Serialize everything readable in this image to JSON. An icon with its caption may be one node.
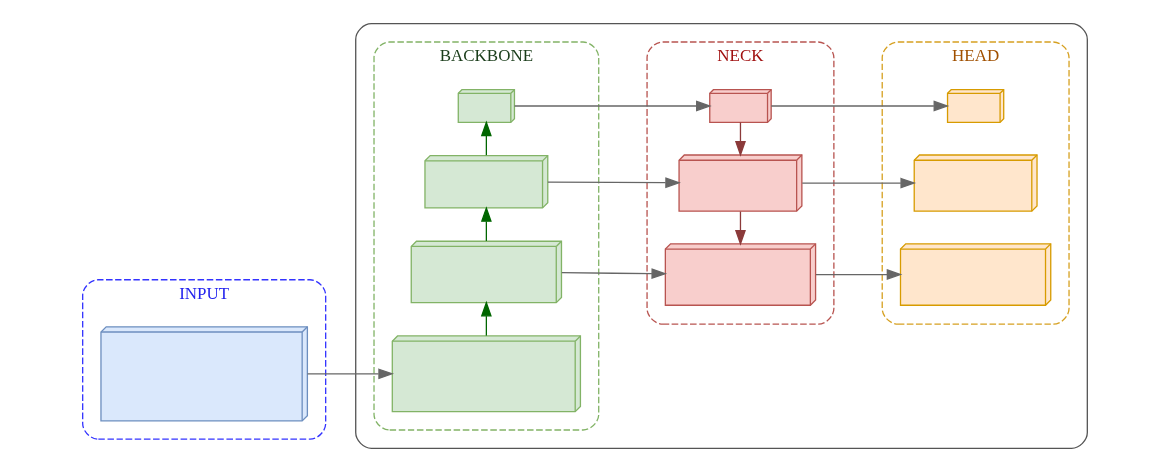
{
  "diagram": {
    "nodes": [
      {
        "text": [],
        "shape": "box"
      },
      {
        "text": [
          "INPUT"
        ]
      },
      {
        "text": [
          "BACKBONE"
        ],
        "in": 0
      },
      {
        "text": [
          "NECK"
        ],
        "in": 0
      },
      {
        "text": [
          "HEAD"
        ],
        "in": 0
      },
      {
        "text": [],
        "shape": "box",
        "in": 1
      },
      {
        "text": [],
        "shape": "box",
        "in": 2
      },
      {
        "text": [],
        "shape": "box",
        "in": 2
      },
      {
        "text": [],
        "shape": "box",
        "in": 2
      },
      {
        "text": [],
        "shape": "box",
        "in": 2
      },
      {
        "text": [],
        "shape": "box",
        "in": 3
      },
      {
        "text": [],
        "shape": "box",
        "in": 3
      },
      {
        "text": [],
        "shape": "box",
        "in": 3
      },
      {
        "text": [],
        "shape": "box",
        "in": 4
      },
      {
        "text": [],
        "shape": "box",
        "in": 4
      },
      {
        "text": [],
        "shape": "box",
        "in": 4
      }
    ],
    "edges": [
      {
        "from": 5,
        "to": 6,
        "arrow": "to"
      },
      {
        "from": 6,
        "to": 7,
        "arrow": "to",
        "color": "#006600"
      },
      {
        "from": 7,
        "to": 8,
        "arrow": "to",
        "color": "#006600"
      },
      {
        "from": 8,
        "to": 9,
        "arrow": "to",
        "color": "#006600"
      },
      {
        "from": 9,
        "to": 10,
        "arrow": "to"
      },
      {
        "from": 8,
        "to": 11,
        "arrow": "to"
      },
      {
        "from": 7,
        "to": 12,
        "arrow": "to"
      },
      {
        "from": 10,
        "to": 11,
        "arrow": "to",
        "color": "#8b3a3a"
      },
      {
        "from": 11,
        "to": 12,
        "arrow": "to",
        "color": "#8b3a3a"
      },
      {
        "from": 10,
        "to": 13,
        "arrow": "to"
      },
      {
        "from": 11,
        "to": 14,
        "arrow": "to"
      },
      {
        "from": 12,
        "to": 15,
        "arrow": "to"
      }
    ]
  }
}
